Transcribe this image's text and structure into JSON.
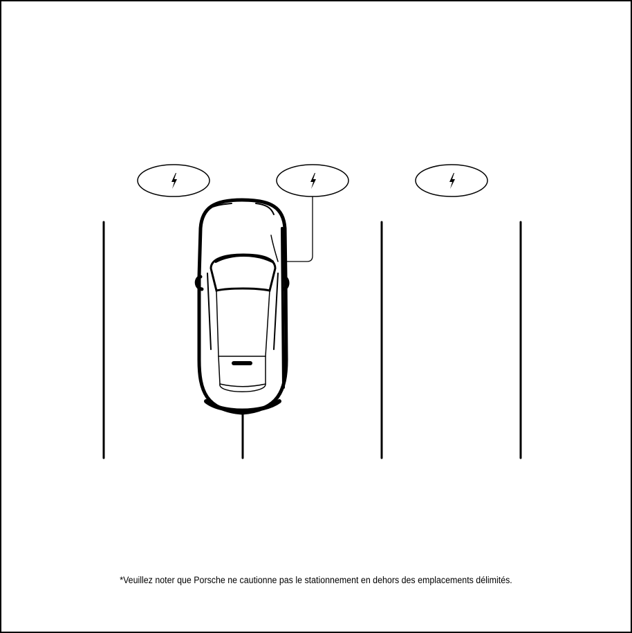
{
  "diagram": {
    "charging_spots": [
      {
        "icon": "lightning-bolt-icon"
      },
      {
        "icon": "lightning-bolt-icon",
        "connected_to_car": true
      },
      {
        "icon": "lightning-bolt-icon"
      }
    ],
    "parking_lines": 4,
    "car": "car-top-view"
  },
  "footnote": "*Veuillez noter que Porsche ne cautionne pas le stationnement en dehors des emplacements délimités."
}
